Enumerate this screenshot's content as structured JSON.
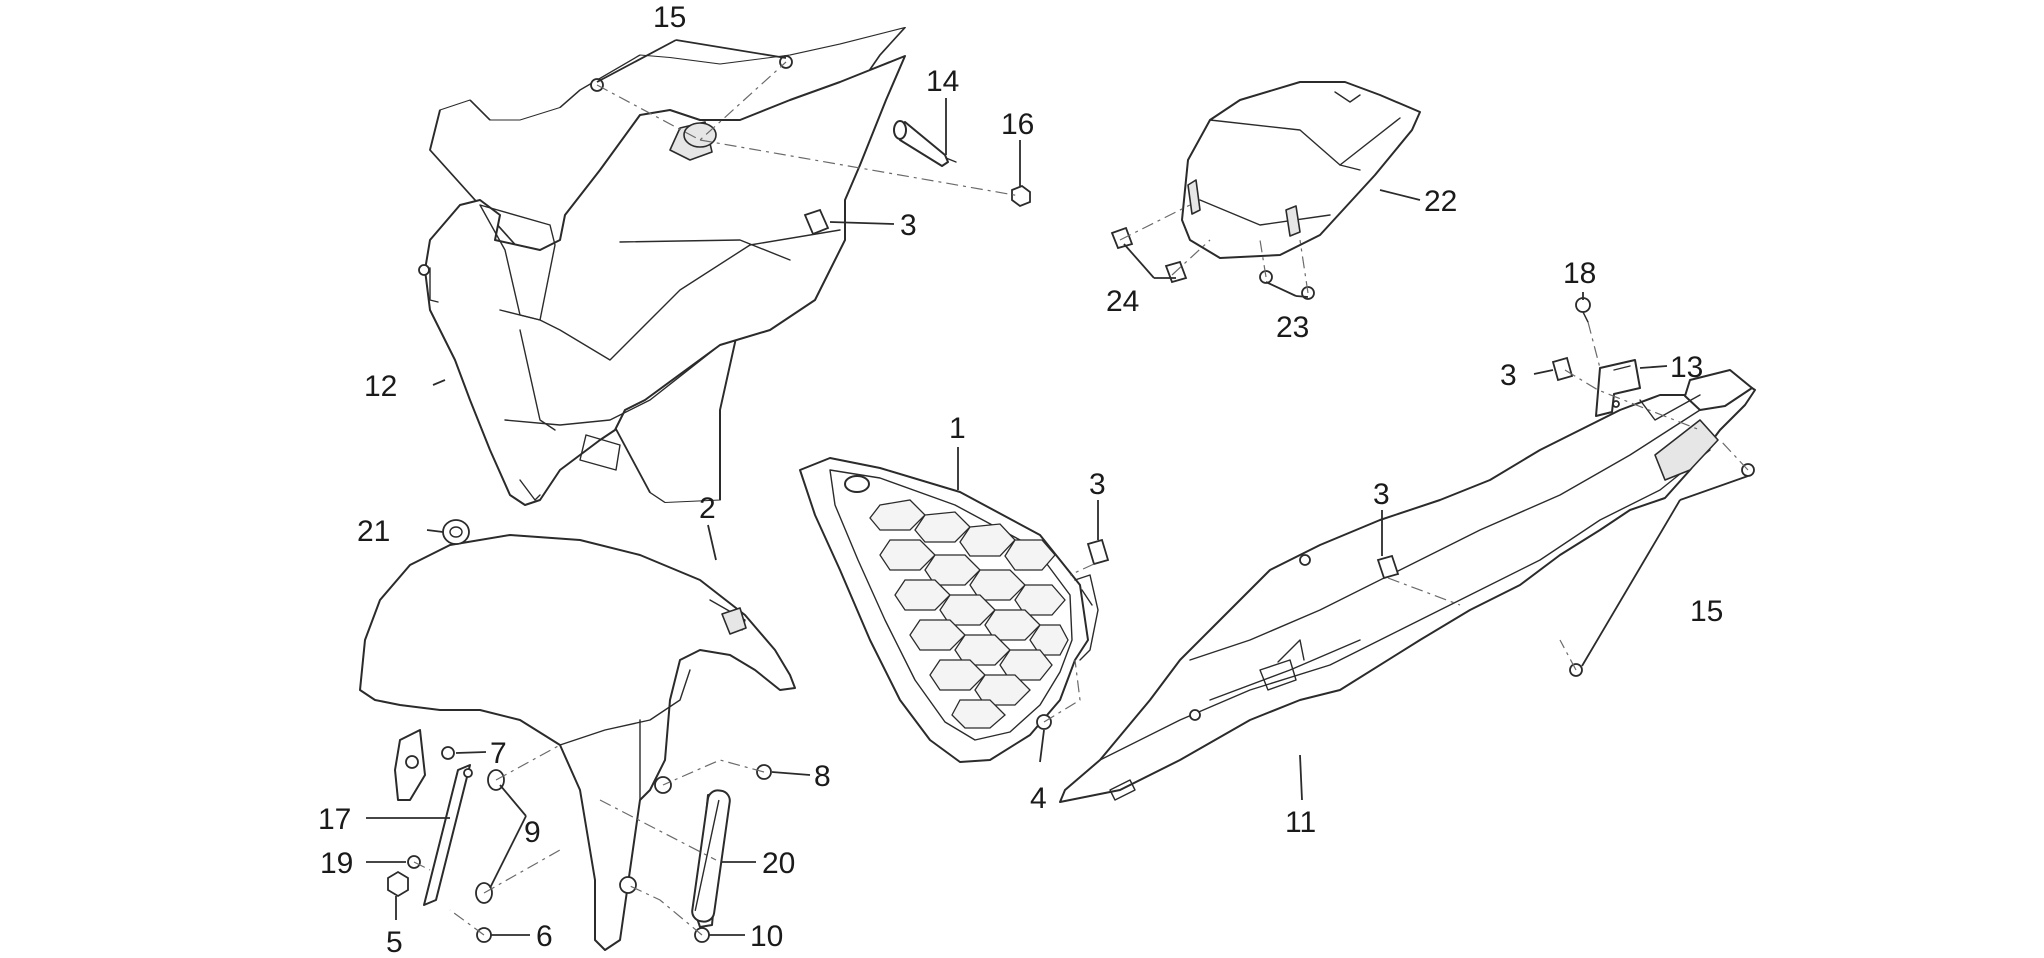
{
  "diagram": {
    "callouts": [
      {
        "id": "c15a",
        "text": "15"
      },
      {
        "id": "c14",
        "text": "14"
      },
      {
        "id": "c16",
        "text": "16"
      },
      {
        "id": "c3a",
        "text": "3"
      },
      {
        "id": "c12",
        "text": "12"
      },
      {
        "id": "c22",
        "text": "22"
      },
      {
        "id": "c24",
        "text": "24"
      },
      {
        "id": "c23",
        "text": "23"
      },
      {
        "id": "c18",
        "text": "18"
      },
      {
        "id": "c3b",
        "text": "3"
      },
      {
        "id": "c13",
        "text": "13"
      },
      {
        "id": "c1",
        "text": "1"
      },
      {
        "id": "c3c",
        "text": "3"
      },
      {
        "id": "c3d",
        "text": "3"
      },
      {
        "id": "c21",
        "text": "21"
      },
      {
        "id": "c2",
        "text": "2"
      },
      {
        "id": "c15b",
        "text": "15"
      },
      {
        "id": "c7",
        "text": "7"
      },
      {
        "id": "c8",
        "text": "8"
      },
      {
        "id": "c17",
        "text": "17"
      },
      {
        "id": "c9",
        "text": "9"
      },
      {
        "id": "c19",
        "text": "19"
      },
      {
        "id": "c20",
        "text": "20"
      },
      {
        "id": "c4",
        "text": "4"
      },
      {
        "id": "c11",
        "text": "11"
      },
      {
        "id": "c5",
        "text": "5"
      },
      {
        "id": "c6",
        "text": "6"
      },
      {
        "id": "c10",
        "text": "10"
      }
    ]
  }
}
